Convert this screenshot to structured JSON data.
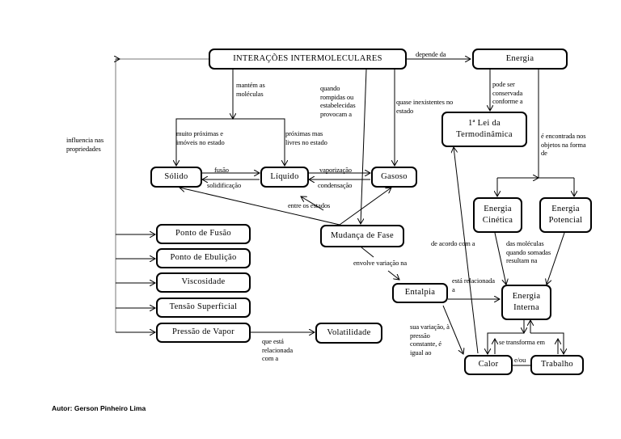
{
  "nodes": {
    "interacoes": "INTERAÇÕES INTERMOLECULARES",
    "energia": "Energia",
    "lei_termo": "1ª Lei da Termodinâmica",
    "solido": "Sólido",
    "liquido": "Líquido",
    "gasoso": "Gasoso",
    "mudanca_fase": "Mudança de Fase",
    "ponto_fusao": "Ponto de Fusão",
    "ponto_ebulicao": "Ponto de Ebulição",
    "viscosidade": "Viscosidade",
    "tensao_superficial": "Tensão Superficial",
    "pressao_vapor": "Pressão de Vapor",
    "volatilidade": "Volatilidade",
    "energia_cinetica": "Energia Cinética",
    "energia_potencial": "Energia Potencial",
    "entalpia": "Entalpia",
    "energia_interna": "Energia Interna",
    "calor": "Calor",
    "trabalho": "Trabalho"
  },
  "links": {
    "depende_da": "depende da",
    "mantem_moleculas": "mantém as moléculas",
    "quando_rompidas": "quando rompidas ou estabelecidas provocam a",
    "quase_inexistentes": "quase inexistentes no estado",
    "pode_ser_conservada": "pode ser conservada conforme a",
    "encontrada_objetos": "é encontrada nos objetos na forma de",
    "influencia": "influencia nas propriedades",
    "muito_proximas": "muito próximas e imóveis no estado",
    "proximas_livres": "próximas mas livres no estado",
    "fusao": "fusão",
    "solidificacao": "solidificação",
    "vaporizacao": "vaporização",
    "condensacao": "condensação",
    "entre_estados": "entre os estados",
    "de_acordo": "de acordo com a",
    "das_moleculas": "das moléculas quando somadas resultam na",
    "envolve_variacao": "envolve variação na",
    "esta_relacionada": "está relacionada a",
    "sua_variacao": "sua variação, à pressão constante, é igual ao",
    "se_transforma": "se transforma em",
    "e_ou": "e/ou",
    "que_esta_relacionada": "que está relacionada com a"
  },
  "footer": {
    "author": "Autor: Gerson Pinheiro Lima"
  }
}
